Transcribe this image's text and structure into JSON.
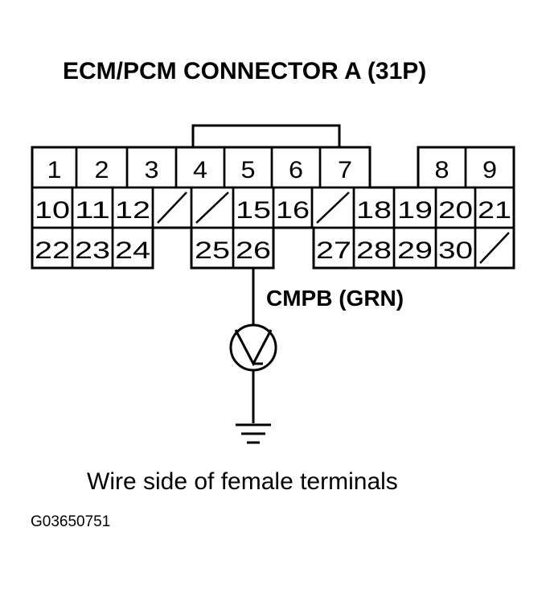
{
  "title": "ECM/PCM CONNECTOR A (31P)",
  "wire_label": "CMPB (GRN)",
  "caption": "Wire side of female terminals",
  "figure_code": "G03650751",
  "connector": {
    "rows": [
      [
        "1",
        "2",
        "3",
        "4",
        "5",
        "6",
        "7",
        "",
        "8",
        "9"
      ],
      [
        "10",
        "11",
        "12",
        "/",
        "/",
        "15",
        "16",
        "/",
        "18",
        "19",
        "20",
        "21"
      ],
      [
        "22",
        "23",
        "24",
        "",
        "25",
        "26",
        "",
        "27",
        "28",
        "29",
        "30",
        "/"
      ]
    ],
    "connected_terminal": "26"
  },
  "symbols": [
    "voltmeter-symbol",
    "ground-symbol"
  ]
}
